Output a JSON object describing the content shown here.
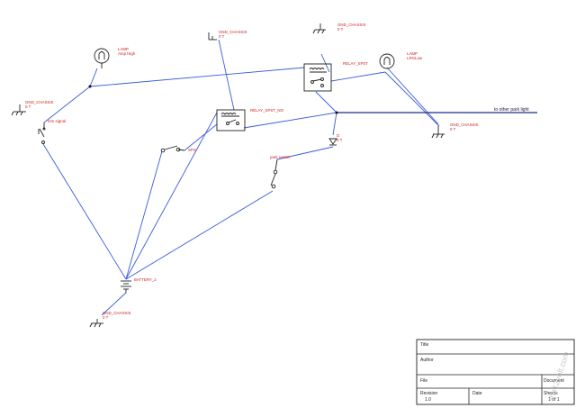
{
  "labels": {
    "gnd_top_left": "GND_CHASSIS",
    "gnd_top_left_sub": "0 T",
    "gnd_top_mid": "GND_CHASSIS",
    "gnd_top_mid_sub": "0 T",
    "gnd_top_right": "GND_CHASSIS",
    "gnd_top_right_sub": "0 T",
    "gnd_right": "GND_CHASSIS",
    "gnd_right_sub": "0 T",
    "gnd_bottom": "GND_CHASSIS",
    "gnd_bottom_sub": "0 T",
    "lamp1": "LAMP",
    "lamp1_sub": "Amp High",
    "lamp2": "LAMP",
    "lamp2_sub": "LRGLow",
    "relay1": "RELAY_SPST",
    "relay2": "RELAY_SPST_NO",
    "trim_signal": "trim signal",
    "sw1": "SPS",
    "sw2": "park switch",
    "diode": "D",
    "diode_sub": "0 T",
    "battery": "BATTERY_2",
    "park_light": "to other park light"
  },
  "title_block": {
    "title": "Title",
    "author": "Author",
    "file": "File",
    "document": "Document",
    "revision": "Revision",
    "revision_value": "1.0",
    "date": "Date",
    "sheets": "Sheets",
    "sheets_value": "1 of 1"
  },
  "watermark": "the12volt.com",
  "colors": {
    "wire": "#3a5bd9",
    "label": "#cc2222"
  }
}
